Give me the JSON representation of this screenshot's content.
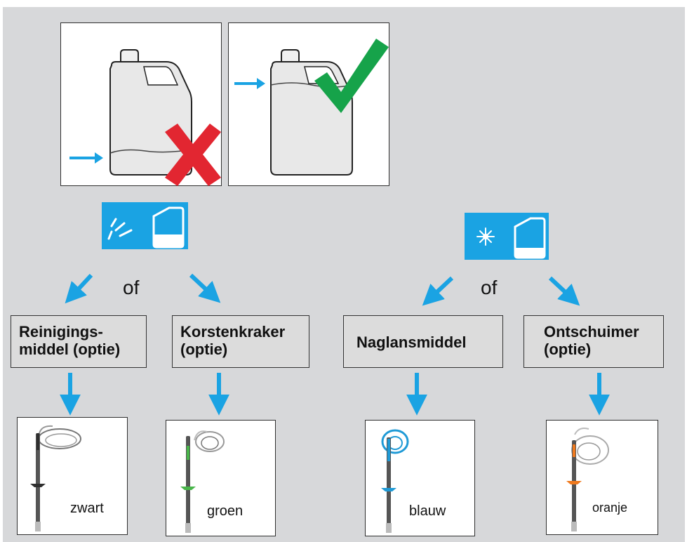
{
  "colors": {
    "accent": "#1aa3e3",
    "wrong": "#e22631",
    "right": "#16a34a"
  },
  "top": {
    "wrong_icon": "red-cross-icon",
    "right_icon": "green-check-icon"
  },
  "groups": [
    {
      "icon": "rinse-spray-container-icon",
      "connector": "of"
    },
    {
      "icon": "sparkle-container-icon",
      "connector": "of"
    }
  ],
  "products": [
    {
      "label_line1": "Reinigings-",
      "label_line2": "middel (optie)",
      "color_name": "zwart",
      "tube_color": "#2f2f2f"
    },
    {
      "label_line1": "Korstenkraker",
      "label_line2": "(optie)",
      "color_name": "groen",
      "tube_color": "#49b54a"
    },
    {
      "label_line1": "Naglansmiddel",
      "label_line2": "",
      "color_name": "blauw",
      "tube_color": "#1f9ad6"
    },
    {
      "label_line1": "Ontschuimer",
      "label_line2": "(optie)",
      "color_name": "oranje",
      "tube_color": "#f07a1e"
    }
  ]
}
